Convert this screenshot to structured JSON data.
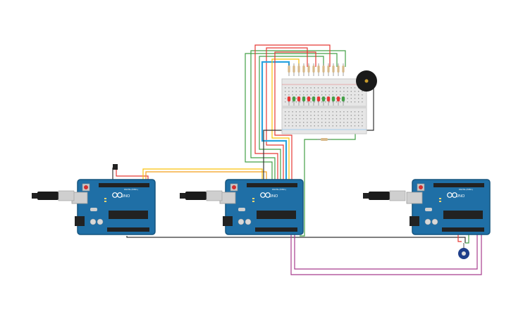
{
  "app": {
    "title": "Arduino circuit (3 boards, breadboard with LEDs)"
  },
  "boards": [
    {
      "id": "left",
      "model": "UNO",
      "brand": "ARDUINO",
      "digital_label": "DIGITAL (PWM~)"
    },
    {
      "id": "center",
      "model": "UNO",
      "brand": "ARDUINO",
      "digital_label": "DIGITAL (PWM~)"
    },
    {
      "id": "right",
      "model": "UNO",
      "brand": "ARDUINO",
      "digital_label": "DIGITAL (PWM~)"
    }
  ],
  "leds": [
    "red",
    "green",
    "red",
    "green",
    "red",
    "green",
    "red",
    "green",
    "red",
    "green",
    "red",
    "green"
  ],
  "colors": {
    "board": "#1f6fa6",
    "board_dark": "#15557f",
    "wire_red": "#e53935",
    "wire_green": "#43a047",
    "wire_yellow": "#f9c20a",
    "wire_blue": "#29a3e0",
    "wire_purple": "#a83c8e",
    "wire_black": "#333333",
    "breadboard": "#e6e6e6"
  },
  "icons": [
    "usb-cable-icon",
    "buzzer-icon",
    "potentiometer-icon",
    "pushbutton-icon"
  ]
}
